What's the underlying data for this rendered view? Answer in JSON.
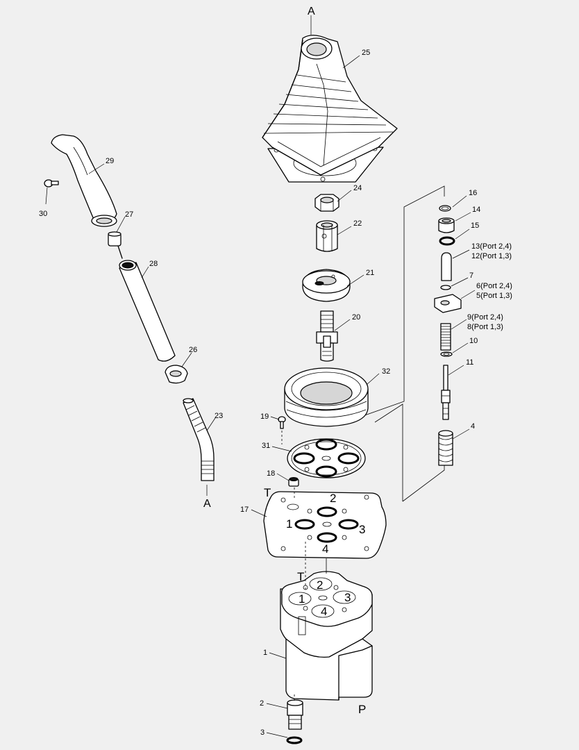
{
  "labels": {
    "marker_top": "A",
    "marker_bottom": "A",
    "p25": "25",
    "p24": "24",
    "p22": "22",
    "p21": "21",
    "p20": "20",
    "p32": "32",
    "p19": "19",
    "p31": "31",
    "p18": "18",
    "p17": "17",
    "p1": "1",
    "p2": "2",
    "p3": "3",
    "p29": "29",
    "p30": "30",
    "p27": "27",
    "p28": "28",
    "p26": "26",
    "p23": "23",
    "p16": "16",
    "p14": "14",
    "p15": "15",
    "p13": "13(Port 2,4)",
    "p12": "12(Port 1,3)",
    "p7": "7",
    "p6": "6(Port 2,4)",
    "p5": "5(Port 1,3)",
    "p9": "9(Port 2,4)",
    "p8": "8(Port 1,3)",
    "p10": "10",
    "p11": "11",
    "p4": "4"
  },
  "ports": {
    "plate_T": "T",
    "plate_1": "1",
    "plate_2": "2",
    "plate_3": "3",
    "plate_4": "4",
    "body_T": "T",
    "body_1": "1",
    "body_2": "2",
    "body_3": "3",
    "body_4": "4",
    "body_P": "P"
  }
}
